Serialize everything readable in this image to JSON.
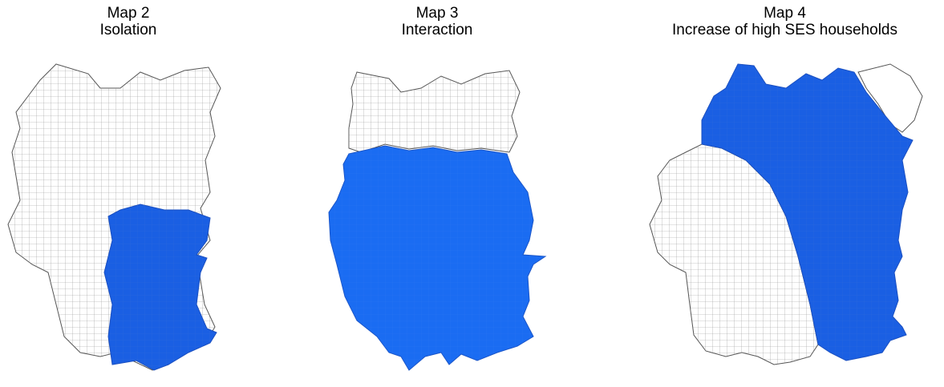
{
  "maps": [
    {
      "id": "map2",
      "title": "Map 2",
      "subtitle": "Isolation",
      "highlight_color": "#1a5fe3"
    },
    {
      "id": "map3",
      "title": "Map 3",
      "subtitle": "Interaction",
      "highlight_color": "#1a6cf2"
    },
    {
      "id": "map4",
      "title": "Map 4",
      "subtitle": "Increase of high SES households",
      "highlight_color": "#1a5fe3"
    }
  ]
}
